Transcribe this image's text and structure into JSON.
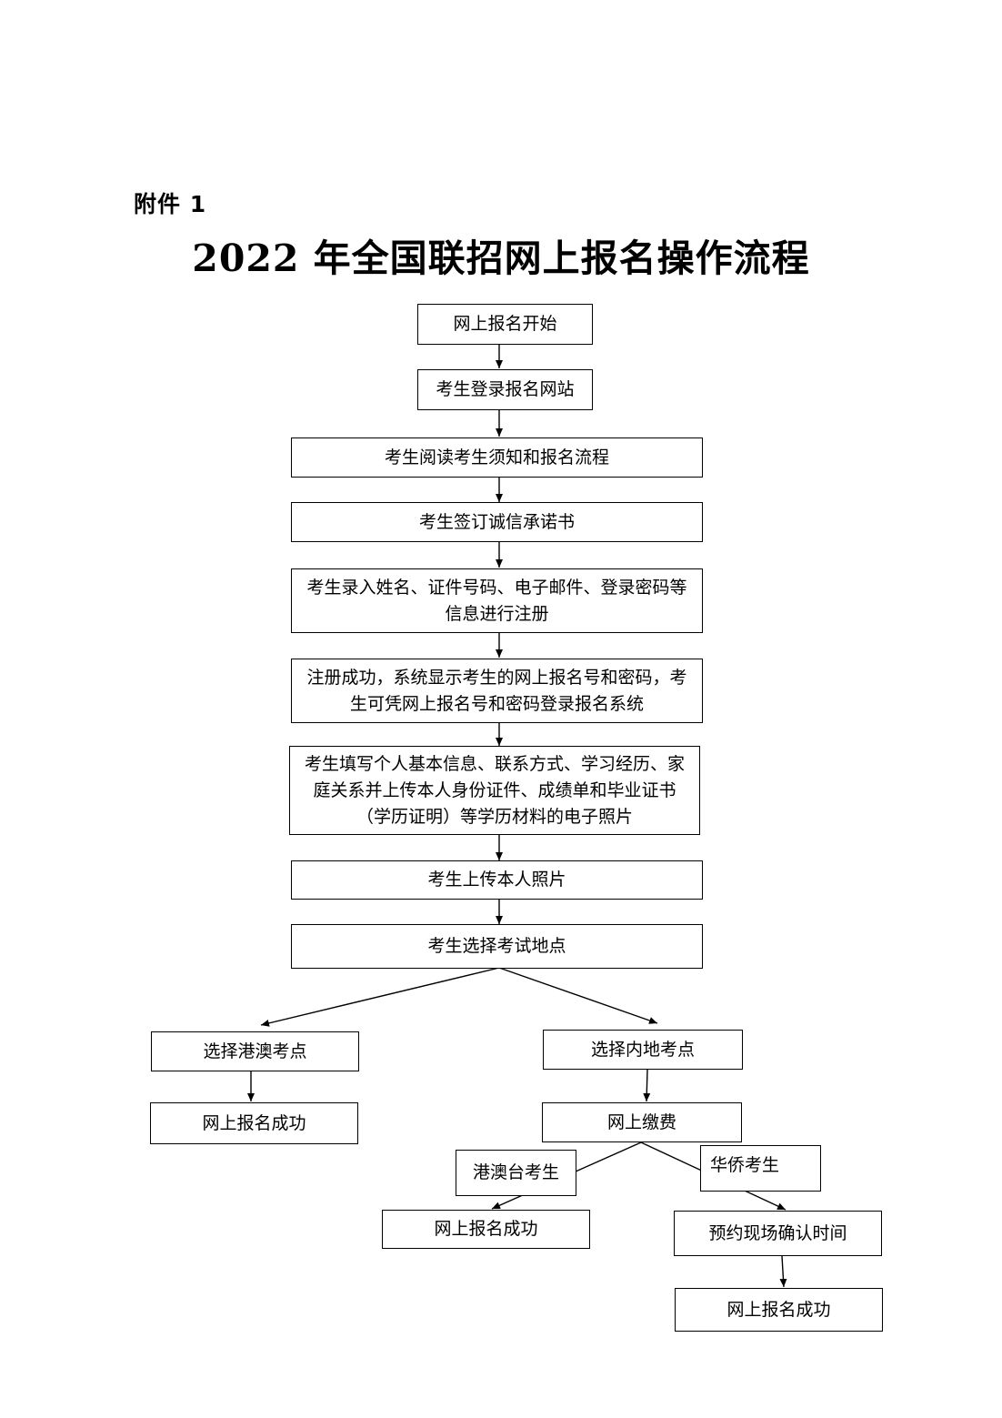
{
  "header": {
    "attachment_label": "附件 1",
    "title": "2022 年全国联招网上报名操作流程"
  },
  "flow": {
    "step1": "网上报名开始",
    "step2": "考生登录报名网站",
    "step3": "考生阅读考生须知和报名流程",
    "step4": "考生签订诚信承诺书",
    "step5": "考生录入姓名、证件号码、电子邮件、登录密码等信息进行注册",
    "step6": "注册成功，系统显示考生的网上报名号和密码，考生可凭网上报名号和密码登录报名系统",
    "step7": "考生填写个人基本信息、联系方式、学习经历、家庭关系并上传本人身份证件、成绩单和毕业证书（学历证明）等学历材料的电子照片",
    "step8": "考生上传本人照片",
    "step9": "考生选择考试地点",
    "branch_hkm": "选择港澳考点",
    "branch_hkm_success": "网上报名成功",
    "branch_mainland": "选择内地考点",
    "payment": "网上缴费",
    "label_hkmt": "港澳台考生",
    "label_overseas": "华侨考生",
    "hkmt_success": "网上报名成功",
    "appointment": "预约现场确认时间",
    "final_success": "网上报名成功"
  }
}
